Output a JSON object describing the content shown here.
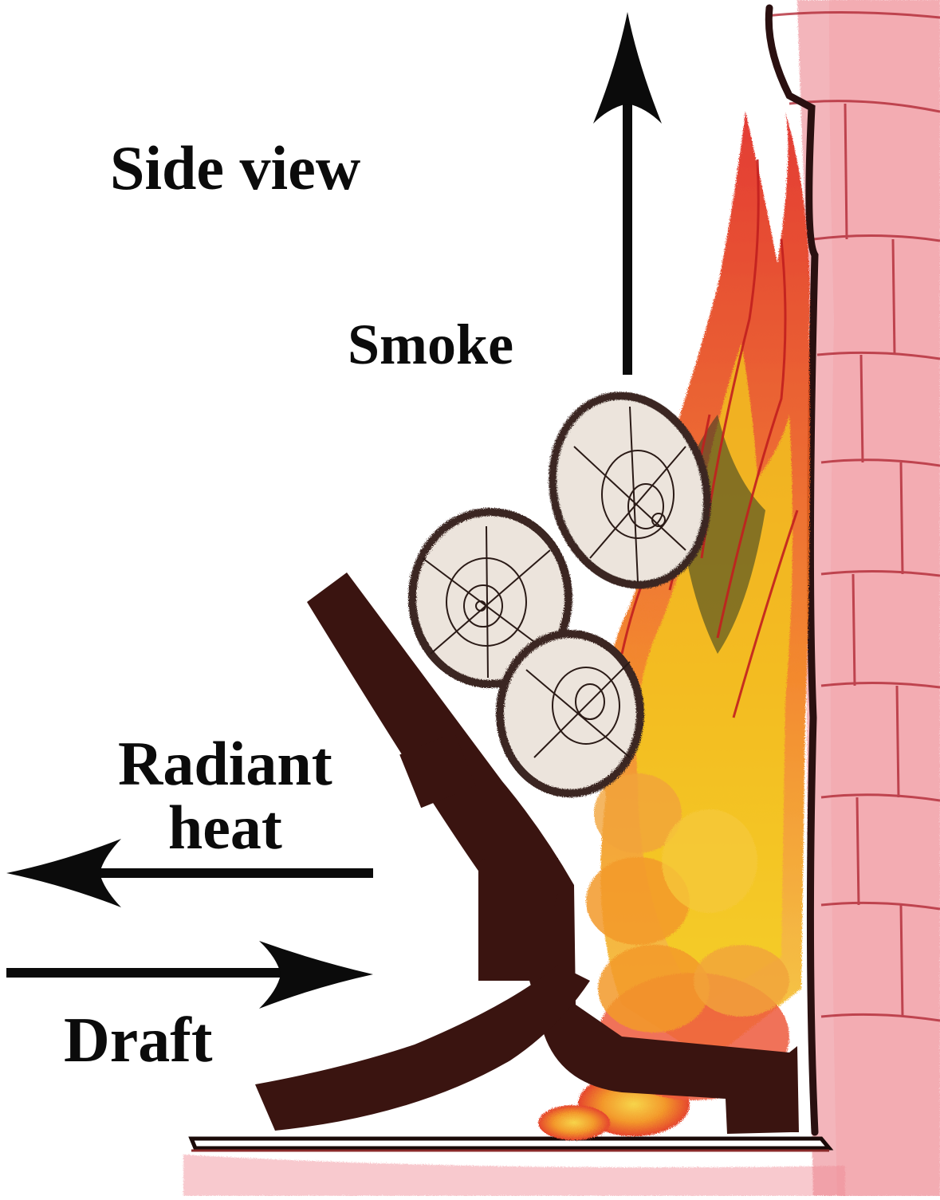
{
  "labels": {
    "title": "Side view",
    "smoke": "Smoke",
    "radiant_line1": "Radiant",
    "radiant_line2": "heat",
    "draft": "Draft"
  },
  "colors": {
    "grate": "#3a1410",
    "brick_wash": "#e86f7a",
    "mortar_line": "#b22a36",
    "flame_red": "#e5342a",
    "flame_orange": "#f2901f",
    "flame_yellow": "#f4d21a",
    "log_fill": "#ece4dc",
    "log_outline": "#3b2520",
    "arrow": "#0b0b0b"
  }
}
